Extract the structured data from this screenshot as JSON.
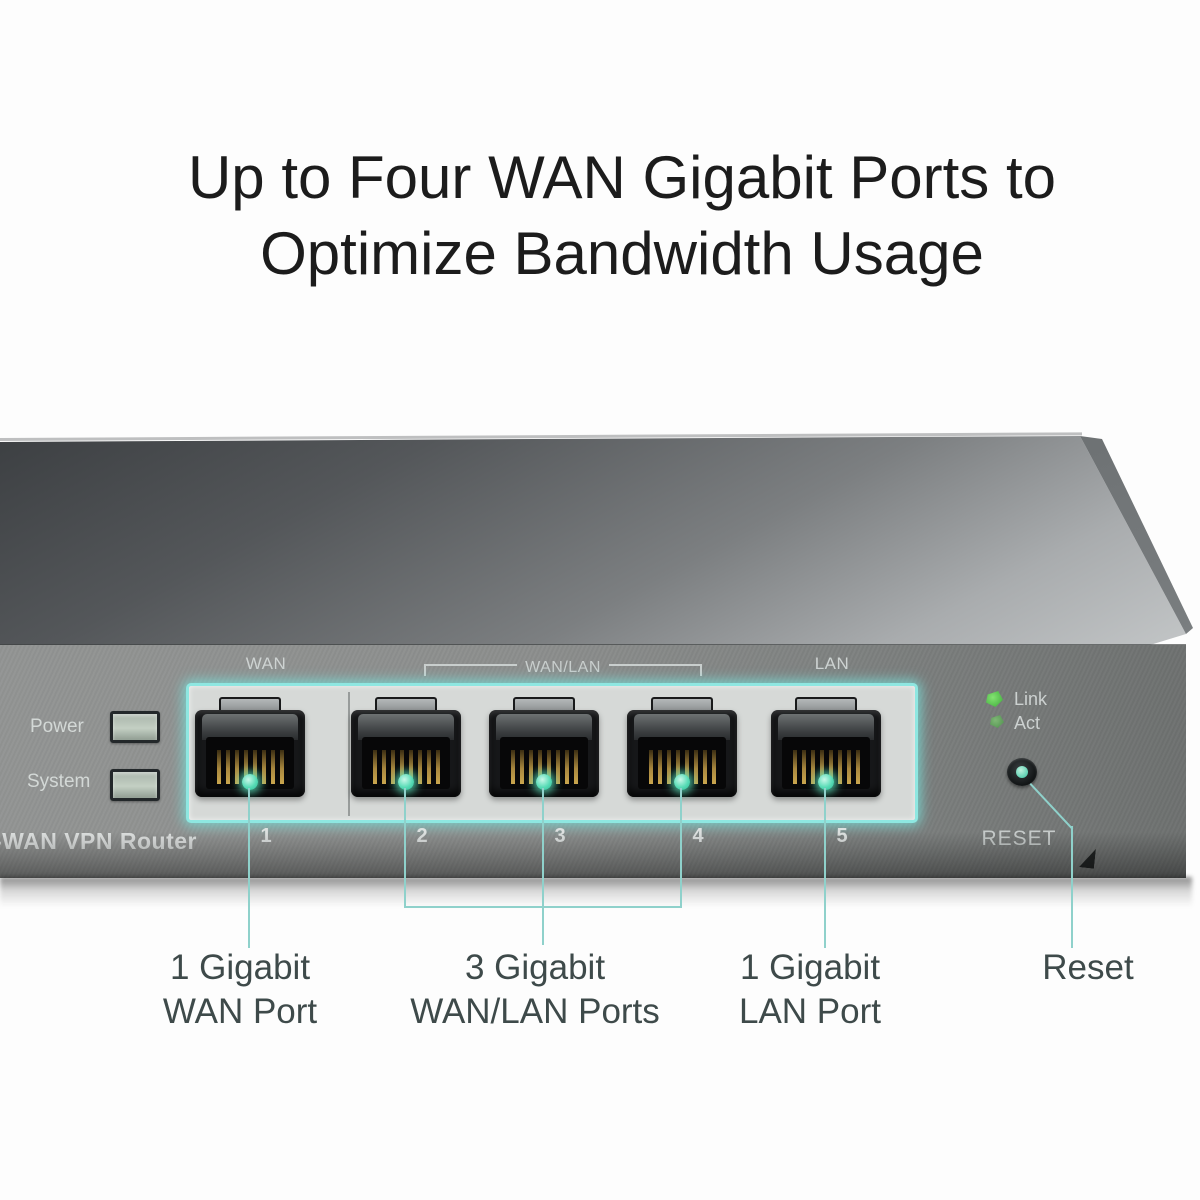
{
  "title": {
    "line1": "Up to Four WAN Gigabit Ports to",
    "line2": "Optimize Bandwidth Usage"
  },
  "device": {
    "model_text": "-WAN VPN Router",
    "power_label": "Power",
    "system_label": "System",
    "port_group_labels": {
      "wan": "WAN",
      "wan_lan": "WAN/LAN",
      "lan": "LAN"
    },
    "ports": [
      {
        "number": "1"
      },
      {
        "number": "2"
      },
      {
        "number": "3"
      },
      {
        "number": "4"
      },
      {
        "number": "5"
      }
    ],
    "indicator_legend": {
      "link": "Link",
      "act": "Act"
    },
    "reset_label": "RESET"
  },
  "callouts": [
    {
      "line1": "1 Gigabit",
      "line2": "WAN Port"
    },
    {
      "line1": "3 Gigabit",
      "line2": "WAN/LAN Ports"
    },
    {
      "line1": "1 Gigabit",
      "line2": "LAN Port"
    },
    {
      "line1": "Reset",
      "line2": ""
    }
  ],
  "colors": {
    "accent_teal": "#58dcb6",
    "glow_border": "#8ae8e2",
    "callout_line": "#8fd1cb",
    "led_green": "#43b23c",
    "callout_text": "#3e4a4a",
    "title_text": "#1c1c1c"
  }
}
